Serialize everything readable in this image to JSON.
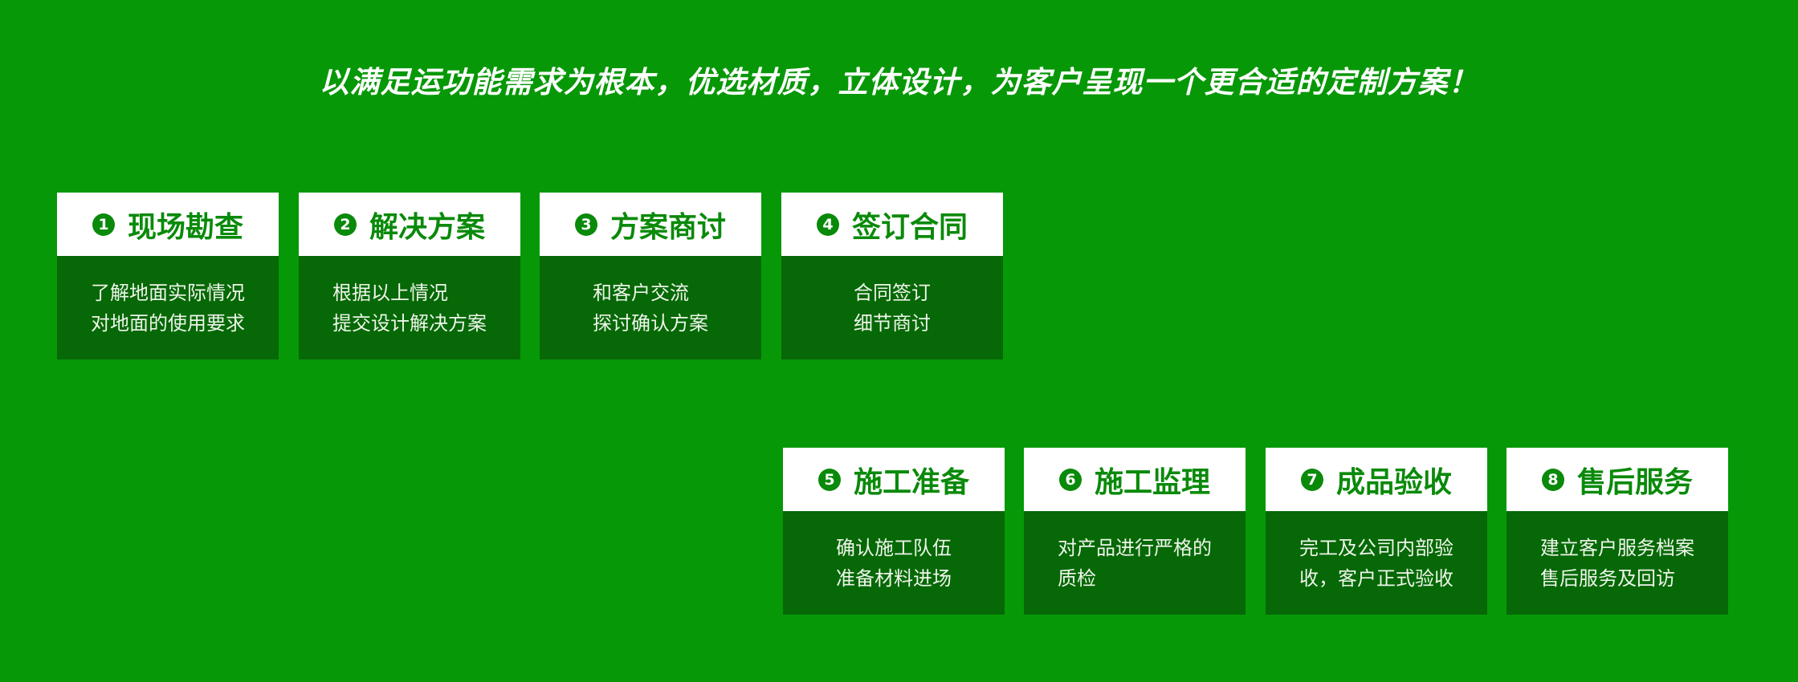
{
  "title": "以满足运功能需求为根本，优选材质，立体设计，为客户呈现一个更合适的定制方案！",
  "steps": [
    {
      "num": "1",
      "title": "现场勘查",
      "lines": [
        "了解地面实际情况",
        "对地面的使用要求"
      ]
    },
    {
      "num": "2",
      "title": "解决方案",
      "lines": [
        "根据以上情况",
        "提交设计解决方案"
      ]
    },
    {
      "num": "3",
      "title": "方案商讨",
      "lines": [
        "和客户交流",
        "探讨确认方案"
      ]
    },
    {
      "num": "4",
      "title": "签订合同",
      "lines": [
        "合同签订",
        "细节商讨"
      ]
    },
    {
      "num": "5",
      "title": "施工准备",
      "lines": [
        "确认施工队伍",
        "准备材料进场"
      ]
    },
    {
      "num": "6",
      "title": "施工监理",
      "lines": [
        "对产品进行严格的",
        "质检"
      ]
    },
    {
      "num": "7",
      "title": "成品验收",
      "lines": [
        "完工及公司内部验",
        "收，客户正式验收"
      ]
    },
    {
      "num": "8",
      "title": "售后服务",
      "lines": [
        "建立客户服务档案",
        "售后服务及回访"
      ]
    }
  ]
}
